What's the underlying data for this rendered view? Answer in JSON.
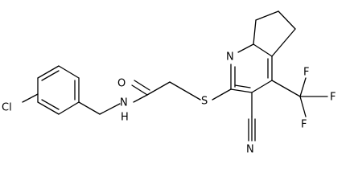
{
  "atoms": {
    "cl": "Cl",
    "n_amide": "N",
    "h_amide": "H",
    "o_carbonyl": "O",
    "s_thioether": "S",
    "n_pyridine": "N",
    "n_nitrile": "N",
    "f1": "F",
    "f2": "F",
    "f3": "F"
  }
}
